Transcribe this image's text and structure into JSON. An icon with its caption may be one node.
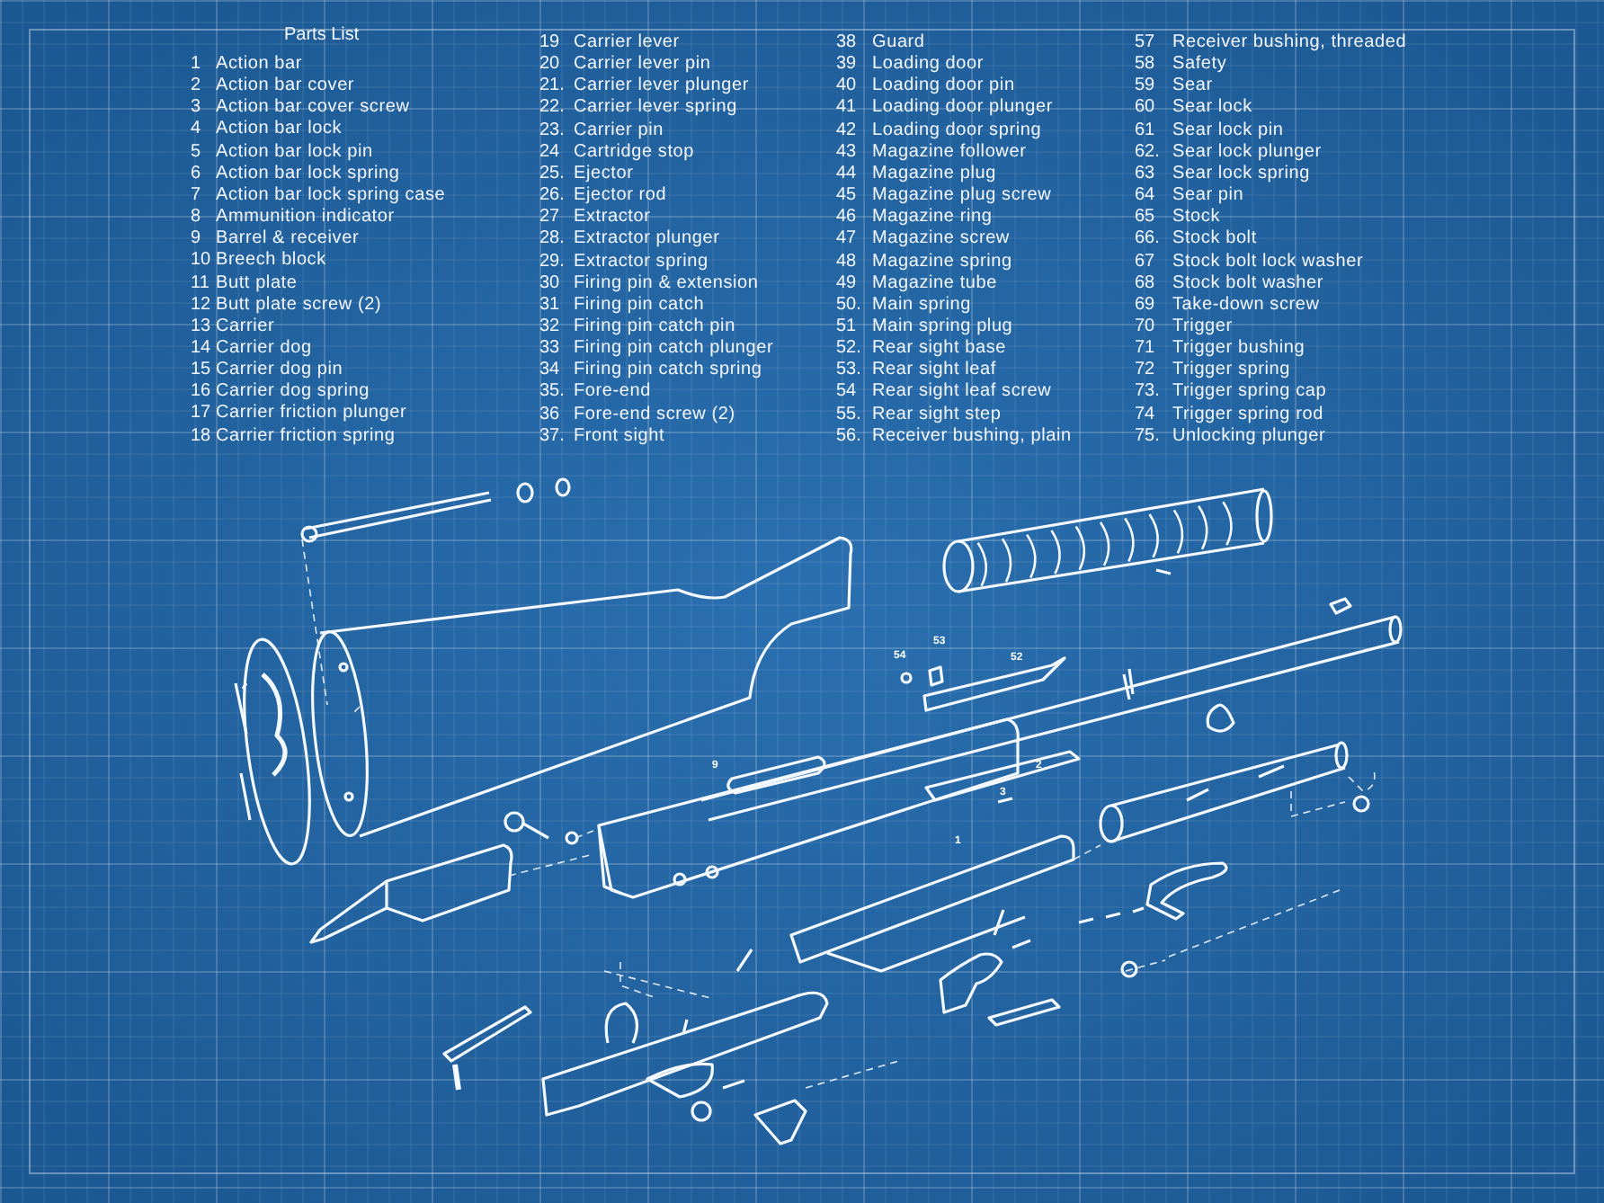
{
  "diagram": {
    "labels": [
      "Parts List",
      "1",
      "Action bar",
      "2",
      "Action bar cover",
      "3",
      "Action bar cover screw",
      "4",
      "Action bar lock",
      "5",
      "Action bar lock pin",
      "6",
      "Action bar lock spring",
      "7",
      "Action bar lock spring case",
      "8",
      "Ammunition indicator",
      "9",
      "Barrel & receiver",
      "10",
      "Breech block",
      "11",
      "Butt plate",
      "12",
      "Butt plate screw (2)",
      "13",
      "Carrier",
      "14",
      "Carrier dog",
      "15",
      "Carrier dog pin",
      "16",
      "Carrier dog spring",
      "17",
      "Carrier friction plunger",
      "18",
      "Carrier friction spring",
      "19",
      "Carrier lever",
      "20",
      "Carrier lever pin",
      "21.",
      "Carrier lever plunger",
      "22.",
      "Carrier lever spring",
      "23.",
      "Carrier pin",
      "24",
      "Cartridge stop",
      "25.",
      "Ejector",
      "26.",
      "Ejector rod",
      "27",
      "Extractor",
      "28.",
      "Extractor plunger",
      "29.",
      "Extractor spring",
      "30",
      "Firing pin & extension",
      "31",
      "Firing pin catch",
      "32",
      "Firing pin catch pin",
      "33",
      "Firing pin catch plunger",
      "34",
      "Firing pin catch spring",
      "35.",
      "Fore-end",
      "36",
      "Fore-end screw (2)",
      "37.",
      "Front sight",
      "38",
      "Guard",
      "39",
      "Loading door",
      "40",
      "Loading door pin",
      "41",
      "Loading door plunger",
      "42",
      "Loading door spring",
      "43",
      "Magazine follower",
      "44",
      "Magazine plug",
      "45",
      "Magazine plug screw",
      "46",
      "Magazine ring",
      "47",
      "Magazine screw",
      "48",
      "Magazine spring",
      "49",
      "Magazine tube",
      "50.",
      "Main spring",
      "51",
      "Main spring plug",
      "52.",
      "Rear sight base",
      "53.",
      "Rear sight leaf",
      "54",
      "Rear sight leaf screw",
      "55.",
      "Rear sight step",
      "56.",
      "Receiver bushing, plain",
      "57",
      "Receiver bushing, threaded",
      "58",
      "Safety",
      "59",
      "Sear",
      "60",
      "Sear lock",
      "61",
      "Sear lock pin",
      "62.",
      "Sear lock plunger",
      "63",
      "Sear lock spring",
      "64",
      "Sear pin",
      "65",
      "Stock",
      "66.",
      "Stock bolt",
      "67",
      "Stock bolt lock washer",
      "68",
      "Stock bolt washer",
      "69",
      "Take-down screw",
      "70",
      "Trigger",
      "71",
      "Trigger bushing",
      "72",
      "Trigger spring",
      "73.",
      "Trigger spring cap",
      "74",
      "Trigger spring rod",
      "75.",
      "Unlocking plunger",
      "9",
      "1",
      "2",
      "3",
      "52",
      "53",
      "54"
    ]
  }
}
